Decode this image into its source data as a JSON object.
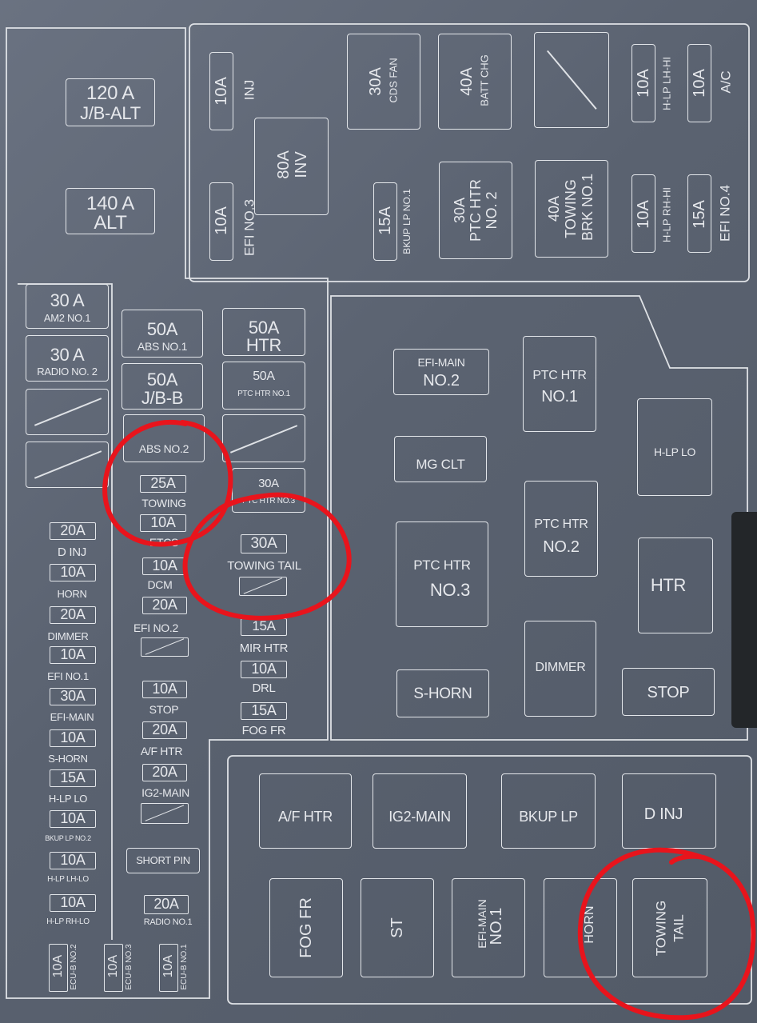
{
  "left_top": {
    "a120": "120 A",
    "jb_alt": "J/B-ALT",
    "a140": "140 A",
    "alt": "ALT"
  },
  "upper_block": {
    "inj_amp": "10A",
    "inj": "INJ",
    "inv_amp": "80A",
    "inv": "INV",
    "efi3_amp": "10A",
    "efi3": "EFI NO.3",
    "cds_amp": "30A",
    "cds": "CDS FAN",
    "batt_amp": "40A",
    "batt": "BATT CHG",
    "hlp_lh_amp": "10A",
    "hlp_lh": "H-LP LH-HI",
    "ac_amp": "10A",
    "ac": "A/C",
    "bkup1_amp": "15A",
    "bkup1": "BKUP LP NO.1",
    "ptc2_amp": "30A",
    "ptc2": "PTC HTR",
    "ptc2b": "NO. 2",
    "towbrk_amp": "40A",
    "towbrk": "TOWING",
    "towbrk_b": "BRK NO.1",
    "hlp_rh_amp": "10A",
    "hlp_rh": "H-LP RH-HI",
    "efi4_amp": "15A",
    "efi4": "EFI NO.4"
  },
  "left_mid": {
    "am2_amp": "30 A",
    "am2": "AM2 NO.1",
    "radio2_amp": "30 A",
    "radio2": "RADIO NO. 2"
  },
  "mid_col": {
    "abs1_amp": "50A",
    "abs1": "ABS NO.1",
    "htr_amp": "50A",
    "htr": "HTR",
    "jbb_amp": "50A",
    "jbb": "J/B-B",
    "ptc1_amp": "50A",
    "ptc1": "PTC HTR NO.1",
    "abs2": "ABS NO.2",
    "towing_amp": "25A",
    "towing": "TOWING",
    "etcs_amp": "10A",
    "etcs": "ETCS",
    "ptc3_amp": "30A",
    "ptc3": "PTC HTR NO.3",
    "towtail_amp": "30A",
    "towtail": "TOWING TAIL",
    "dcm_amp": "10A",
    "dcm": "DCM",
    "efi2_amp": "20A",
    "efi2": "EFI NO.2",
    "mir_amp": "15A",
    "mir": "MIR HTR",
    "drl_amp": "10A",
    "drl": "DRL",
    "stop_amp": "10A",
    "stop": "STOP",
    "fog_amp": "15A",
    "fog": "FOG FR",
    "afhtr_amp": "20A",
    "afhtr": "A/F HTR",
    "ig2_amp": "20A",
    "ig2": "IG2-MAIN",
    "shortpin": "SHORT PIN",
    "radio1_amp": "20A",
    "radio1": "RADIO NO.1"
  },
  "left_col": {
    "dinj_amp": "20A",
    "dinj": "D INJ",
    "horn_amp": "10A",
    "horn": "HORN",
    "dimmer_amp": "20A",
    "dimmer": "DIMMER",
    "efi1_amp": "10A",
    "efi1": "EFI NO.1",
    "efimain_amp": "30A",
    "efimain": "EFI-MAIN",
    "shorn_amp": "10A",
    "shorn": "S-HORN",
    "hlplo_amp": "15A",
    "hlplo": "H-LP LO",
    "bkup2_amp": "10A",
    "bkup2": "BKUP LP NO.2",
    "hlplhlo_amp": "10A",
    "hlplhlo": "H-LP LH-LO",
    "hlprhlo_amp": "10A",
    "hlprhlo": "H-LP RH-LO",
    "ecub2_amp": "10A",
    "ecub2": "ECU-B NO.2",
    "ecub3_amp": "10A",
    "ecub3": "ECU-B NO.3",
    "ecub1_amp": "10A",
    "ecub1": "ECU-B NO.1"
  },
  "relays": {
    "efimain2_a": "EFI-MAIN",
    "efimain2_b": "NO.2",
    "ptc1_a": "PTC HTR",
    "ptc1_b": "NO.1",
    "hlplo": "H-LP LO",
    "mgclt": "MG CLT",
    "ptc2_a": "PTC HTR",
    "ptc2_b": "NO.2",
    "ptc3_a": "PTC HTR",
    "ptc3_b": "NO.3",
    "htr": "HTR",
    "dimmer": "DIMMER",
    "shorn": "S-HORN",
    "stop": "STOP"
  },
  "bottom_relays": {
    "afhtr": "A/F HTR",
    "ig2": "IG2-MAIN",
    "bkup": "BKUP LP",
    "dinj": "D INJ",
    "fogfr": "FOG FR",
    "st": "ST",
    "efimain1_a": "EFI-MAIN",
    "efimain1_b": "NO.1",
    "horn": "HORN",
    "towtail_a": "TOWING",
    "towtail_b": "TAIL"
  },
  "colors": {
    "annotation": "#e8141c",
    "print": "#e3e6ea"
  }
}
